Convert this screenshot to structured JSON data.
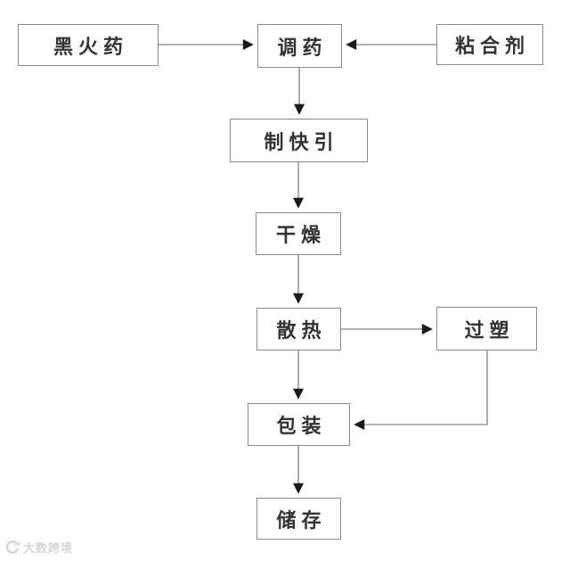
{
  "diagram": {
    "type": "flowchart",
    "nodes": [
      {
        "id": "black-powder",
        "label": "黑火药"
      },
      {
        "id": "mix",
        "label": "调药"
      },
      {
        "id": "binder",
        "label": "粘合剂"
      },
      {
        "id": "make-fuse",
        "label": "制快引"
      },
      {
        "id": "dry",
        "label": "干燥"
      },
      {
        "id": "cool",
        "label": "散热"
      },
      {
        "id": "laminate",
        "label": "过塑"
      },
      {
        "id": "pack",
        "label": "包装"
      },
      {
        "id": "store",
        "label": "储存"
      }
    ],
    "edges": [
      {
        "from": "黑火药",
        "to": "调药"
      },
      {
        "from": "粘合剂",
        "to": "调药"
      },
      {
        "from": "调药",
        "to": "制快引"
      },
      {
        "from": "制快引",
        "to": "干燥"
      },
      {
        "from": "干燥",
        "to": "散热"
      },
      {
        "from": "散热",
        "to": "过塑"
      },
      {
        "from": "散热",
        "to": "包装"
      },
      {
        "from": "过塑",
        "to": "包装"
      },
      {
        "from": "包装",
        "to": "储存"
      }
    ],
    "colors": {
      "background": "#ffffff",
      "box_border": "#8a8a8a",
      "text": "#333333",
      "connector_line": "#999999",
      "arrowhead": "#1a1a1a",
      "watermark": "#d6d6d6"
    }
  },
  "watermark": {
    "text": "大数跨境"
  }
}
